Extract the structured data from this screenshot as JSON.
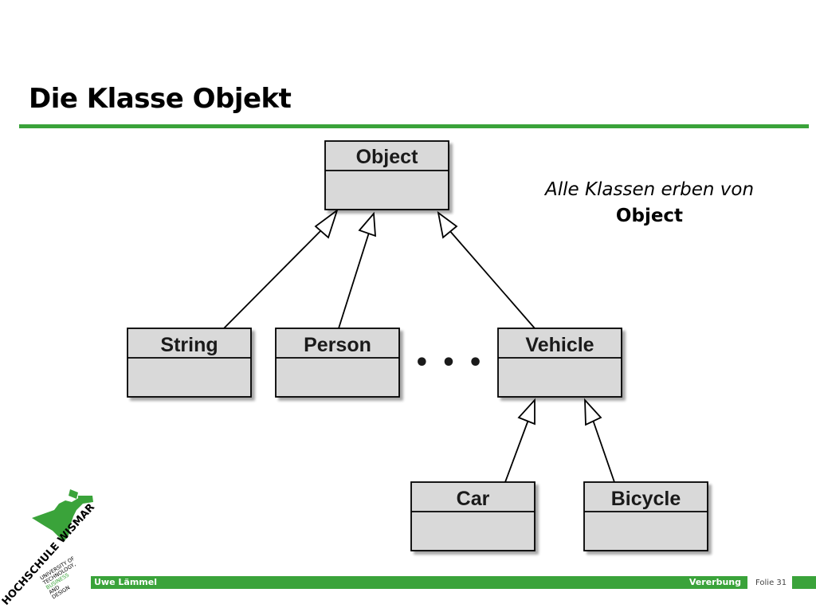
{
  "slide": {
    "title": "Die Klasse Objekt",
    "note_line1": "Alle Klassen erben von",
    "note_line2": "Object",
    "accent_color": "#3aa33a"
  },
  "diagram": {
    "classes": {
      "object": "Object",
      "string": "String",
      "person": "Person",
      "vehicle": "Vehicle",
      "car": "Car",
      "bicycle": "Bicycle"
    },
    "ellipsis": "• • •",
    "relations": [
      {
        "from": "String",
        "to": "Object",
        "type": "inheritance"
      },
      {
        "from": "Person",
        "to": "Object",
        "type": "inheritance"
      },
      {
        "from": "Vehicle",
        "to": "Object",
        "type": "inheritance"
      },
      {
        "from": "Car",
        "to": "Vehicle",
        "type": "inheritance"
      },
      {
        "from": "Bicycle",
        "to": "Vehicle",
        "type": "inheritance"
      }
    ]
  },
  "footer": {
    "author": "Uwe Lämmel",
    "topic": "Vererbung",
    "page": "Folie 31"
  },
  "logo": {
    "name": "HOCHSCHULE WISMAR",
    "sub_line1": "UNIVERSITY OF",
    "sub_line2": "TECHNOLOGY,",
    "sub_line3": "BUSINESS",
    "sub_line4": "AND",
    "sub_line5": "DESIGN"
  }
}
